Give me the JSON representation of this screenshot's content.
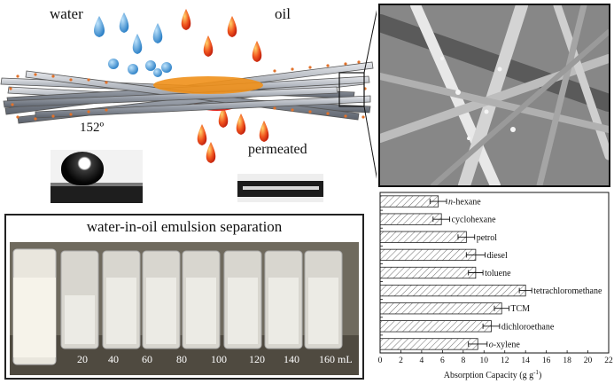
{
  "schematic": {
    "water_label": "water",
    "oil_label": "oil",
    "angle_label": "152º",
    "permeated_label": "permeated",
    "colors": {
      "water_drop": "#4aa3df",
      "oil_drop": "#e8421c",
      "oil_blob": "#f08a16",
      "fiber": "#8a8f9a",
      "particle": "#e2722b"
    }
  },
  "sem_image": {
    "description_icon": "sem-micrograph"
  },
  "emulsion_panel": {
    "title": "water-in-oil emulsion separation",
    "volume_labels": [
      "20",
      "40",
      "60",
      "80",
      "100",
      "120",
      "140",
      "160 mL"
    ]
  },
  "chart_data": {
    "type": "bar",
    "orientation": "horizontal",
    "categories": [
      "n-hexane",
      "cyclohexane",
      "petrol",
      "diesel",
      "toluene",
      "tetrachloromethane",
      "TCM",
      "dichloroethane",
      "o-xylene"
    ],
    "category_display": [
      {
        "italic": "n",
        "rest": "-hexane"
      },
      {
        "italic": "",
        "rest": "cyclohexane"
      },
      {
        "italic": "",
        "rest": "petrol"
      },
      {
        "italic": "",
        "rest": "diesel"
      },
      {
        "italic": "",
        "rest": "toluene"
      },
      {
        "italic": "",
        "rest": "tetrachloromethane"
      },
      {
        "italic": "",
        "rest": "TCM"
      },
      {
        "italic": "",
        "rest": "dichloroethane"
      },
      {
        "italic": "o",
        "rest": "-xylene"
      }
    ],
    "values": [
      5.6,
      5.9,
      8.3,
      9.2,
      9.2,
      14.0,
      11.7,
      10.7,
      9.4
    ],
    "errors": [
      0.8,
      0.8,
      0.8,
      0.9,
      0.7,
      0.6,
      0.7,
      0.8,
      0.9
    ],
    "xlabel": "Absorption Capacity (g g",
    "xlabel_sup": "-1",
    "xlabel_end": ")",
    "xlim": [
      0,
      22
    ],
    "xticks": [
      "0",
      "2",
      "4",
      "6",
      "8",
      "10",
      "12",
      "14",
      "16",
      "18",
      "20",
      "22"
    ],
    "bar_fill": "hatched",
    "grid": false
  }
}
